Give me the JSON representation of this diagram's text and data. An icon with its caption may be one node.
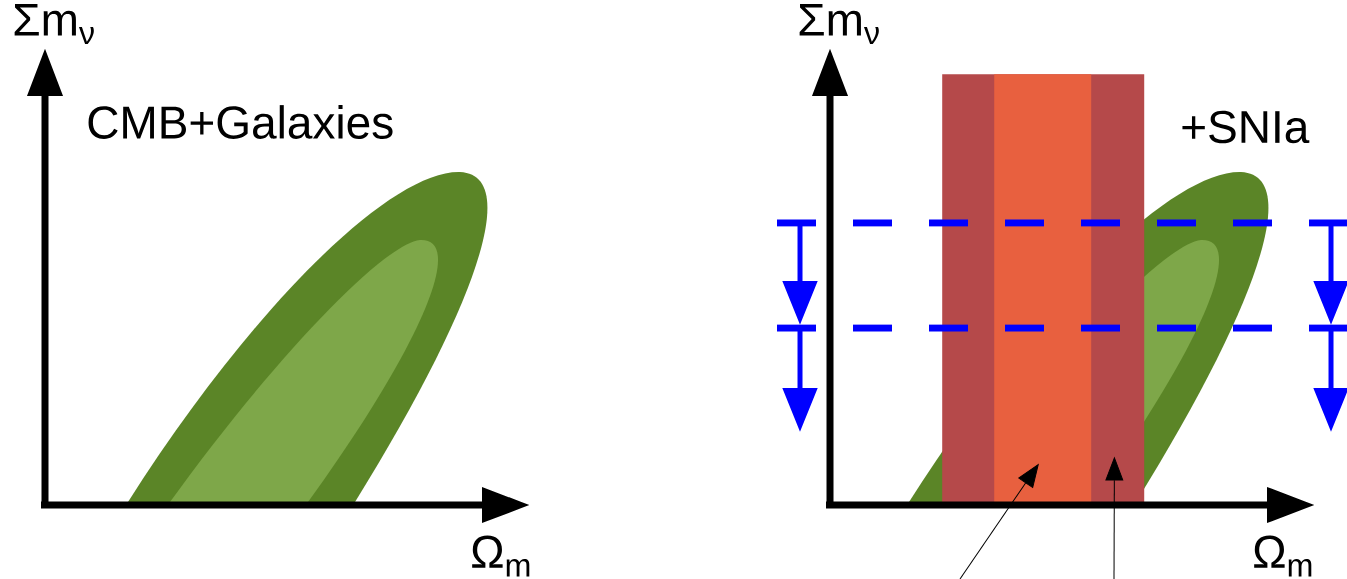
{
  "diagram": {
    "nodes": [
      {
        "text": [],
        "shape": "box"
      },
      {
        "text": [],
        "shape": "box",
        "in": 0
      }
    ],
    "edges": [
      {
        "from": null,
        "to": 1,
        "arrow": "to"
      },
      {
        "from": null,
        "to": 0,
        "arrow": "to"
      }
    ],
    "labels": [
      "Σm$_{ν}$",
      "CMB+Galaxies",
      "Ω$_{m}$",
      "Σm$_{ν}$",
      "+SNIa",
      "Ω$_{m}$"
    ]
  }
}
